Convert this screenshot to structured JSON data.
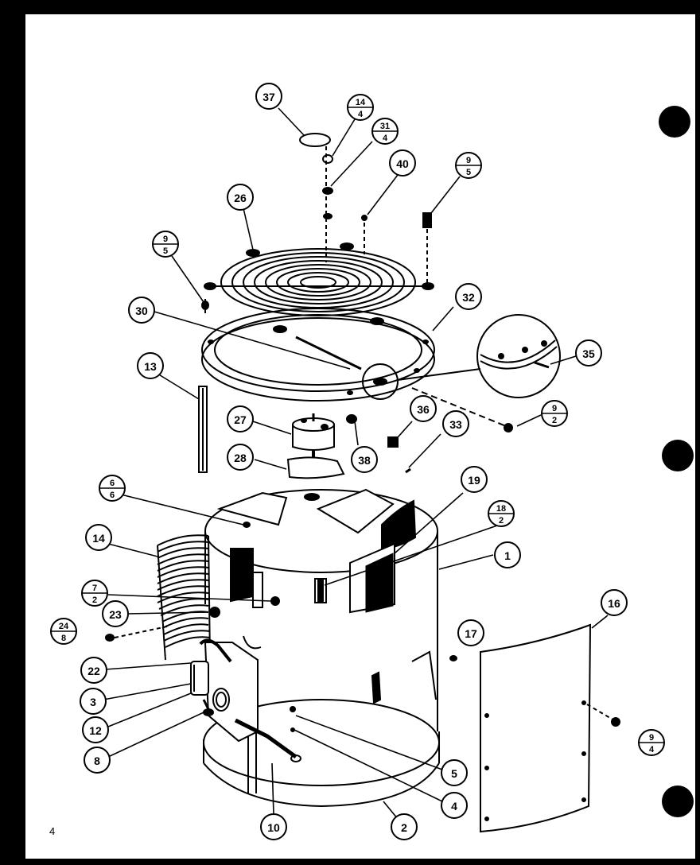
{
  "page": {
    "number": "4"
  },
  "callouts": [
    {
      "id": "c37",
      "label": "37"
    },
    {
      "id": "c14-4",
      "top": "14",
      "bottom": "4"
    },
    {
      "id": "c31-4",
      "top": "31",
      "bottom": "4"
    },
    {
      "id": "c40",
      "label": "40"
    },
    {
      "id": "c9-5a",
      "top": "9",
      "bottom": "5"
    },
    {
      "id": "c26",
      "label": "26"
    },
    {
      "id": "c9-5b",
      "top": "9",
      "bottom": "5"
    },
    {
      "id": "c30",
      "label": "30"
    },
    {
      "id": "c32",
      "label": "32"
    },
    {
      "id": "c35",
      "label": "35"
    },
    {
      "id": "c13",
      "label": "13"
    },
    {
      "id": "c27",
      "label": "27"
    },
    {
      "id": "c36",
      "label": "36"
    },
    {
      "id": "c9-2",
      "top": "9",
      "bottom": "2"
    },
    {
      "id": "c33",
      "label": "33"
    },
    {
      "id": "c28",
      "label": "28"
    },
    {
      "id": "c38",
      "label": "38"
    },
    {
      "id": "c6-6",
      "top": "6",
      "bottom": "6"
    },
    {
      "id": "c19",
      "label": "19"
    },
    {
      "id": "c18-2",
      "top": "18",
      "bottom": "2"
    },
    {
      "id": "c14",
      "label": "14"
    },
    {
      "id": "c1",
      "label": "1"
    },
    {
      "id": "c7-2",
      "top": "7",
      "bottom": "2"
    },
    {
      "id": "c23",
      "label": "23"
    },
    {
      "id": "c16",
      "label": "16"
    },
    {
      "id": "c24-8",
      "top": "24",
      "bottom": "8"
    },
    {
      "id": "c17",
      "label": "17"
    },
    {
      "id": "c22",
      "label": "22"
    },
    {
      "id": "c3",
      "label": "3"
    },
    {
      "id": "c12",
      "label": "12"
    },
    {
      "id": "c9-4",
      "top": "9",
      "bottom": "4"
    },
    {
      "id": "c8",
      "label": "8"
    },
    {
      "id": "c5",
      "label": "5"
    },
    {
      "id": "c4",
      "label": "4"
    },
    {
      "id": "c10",
      "label": "10"
    },
    {
      "id": "c2",
      "label": "2"
    }
  ]
}
